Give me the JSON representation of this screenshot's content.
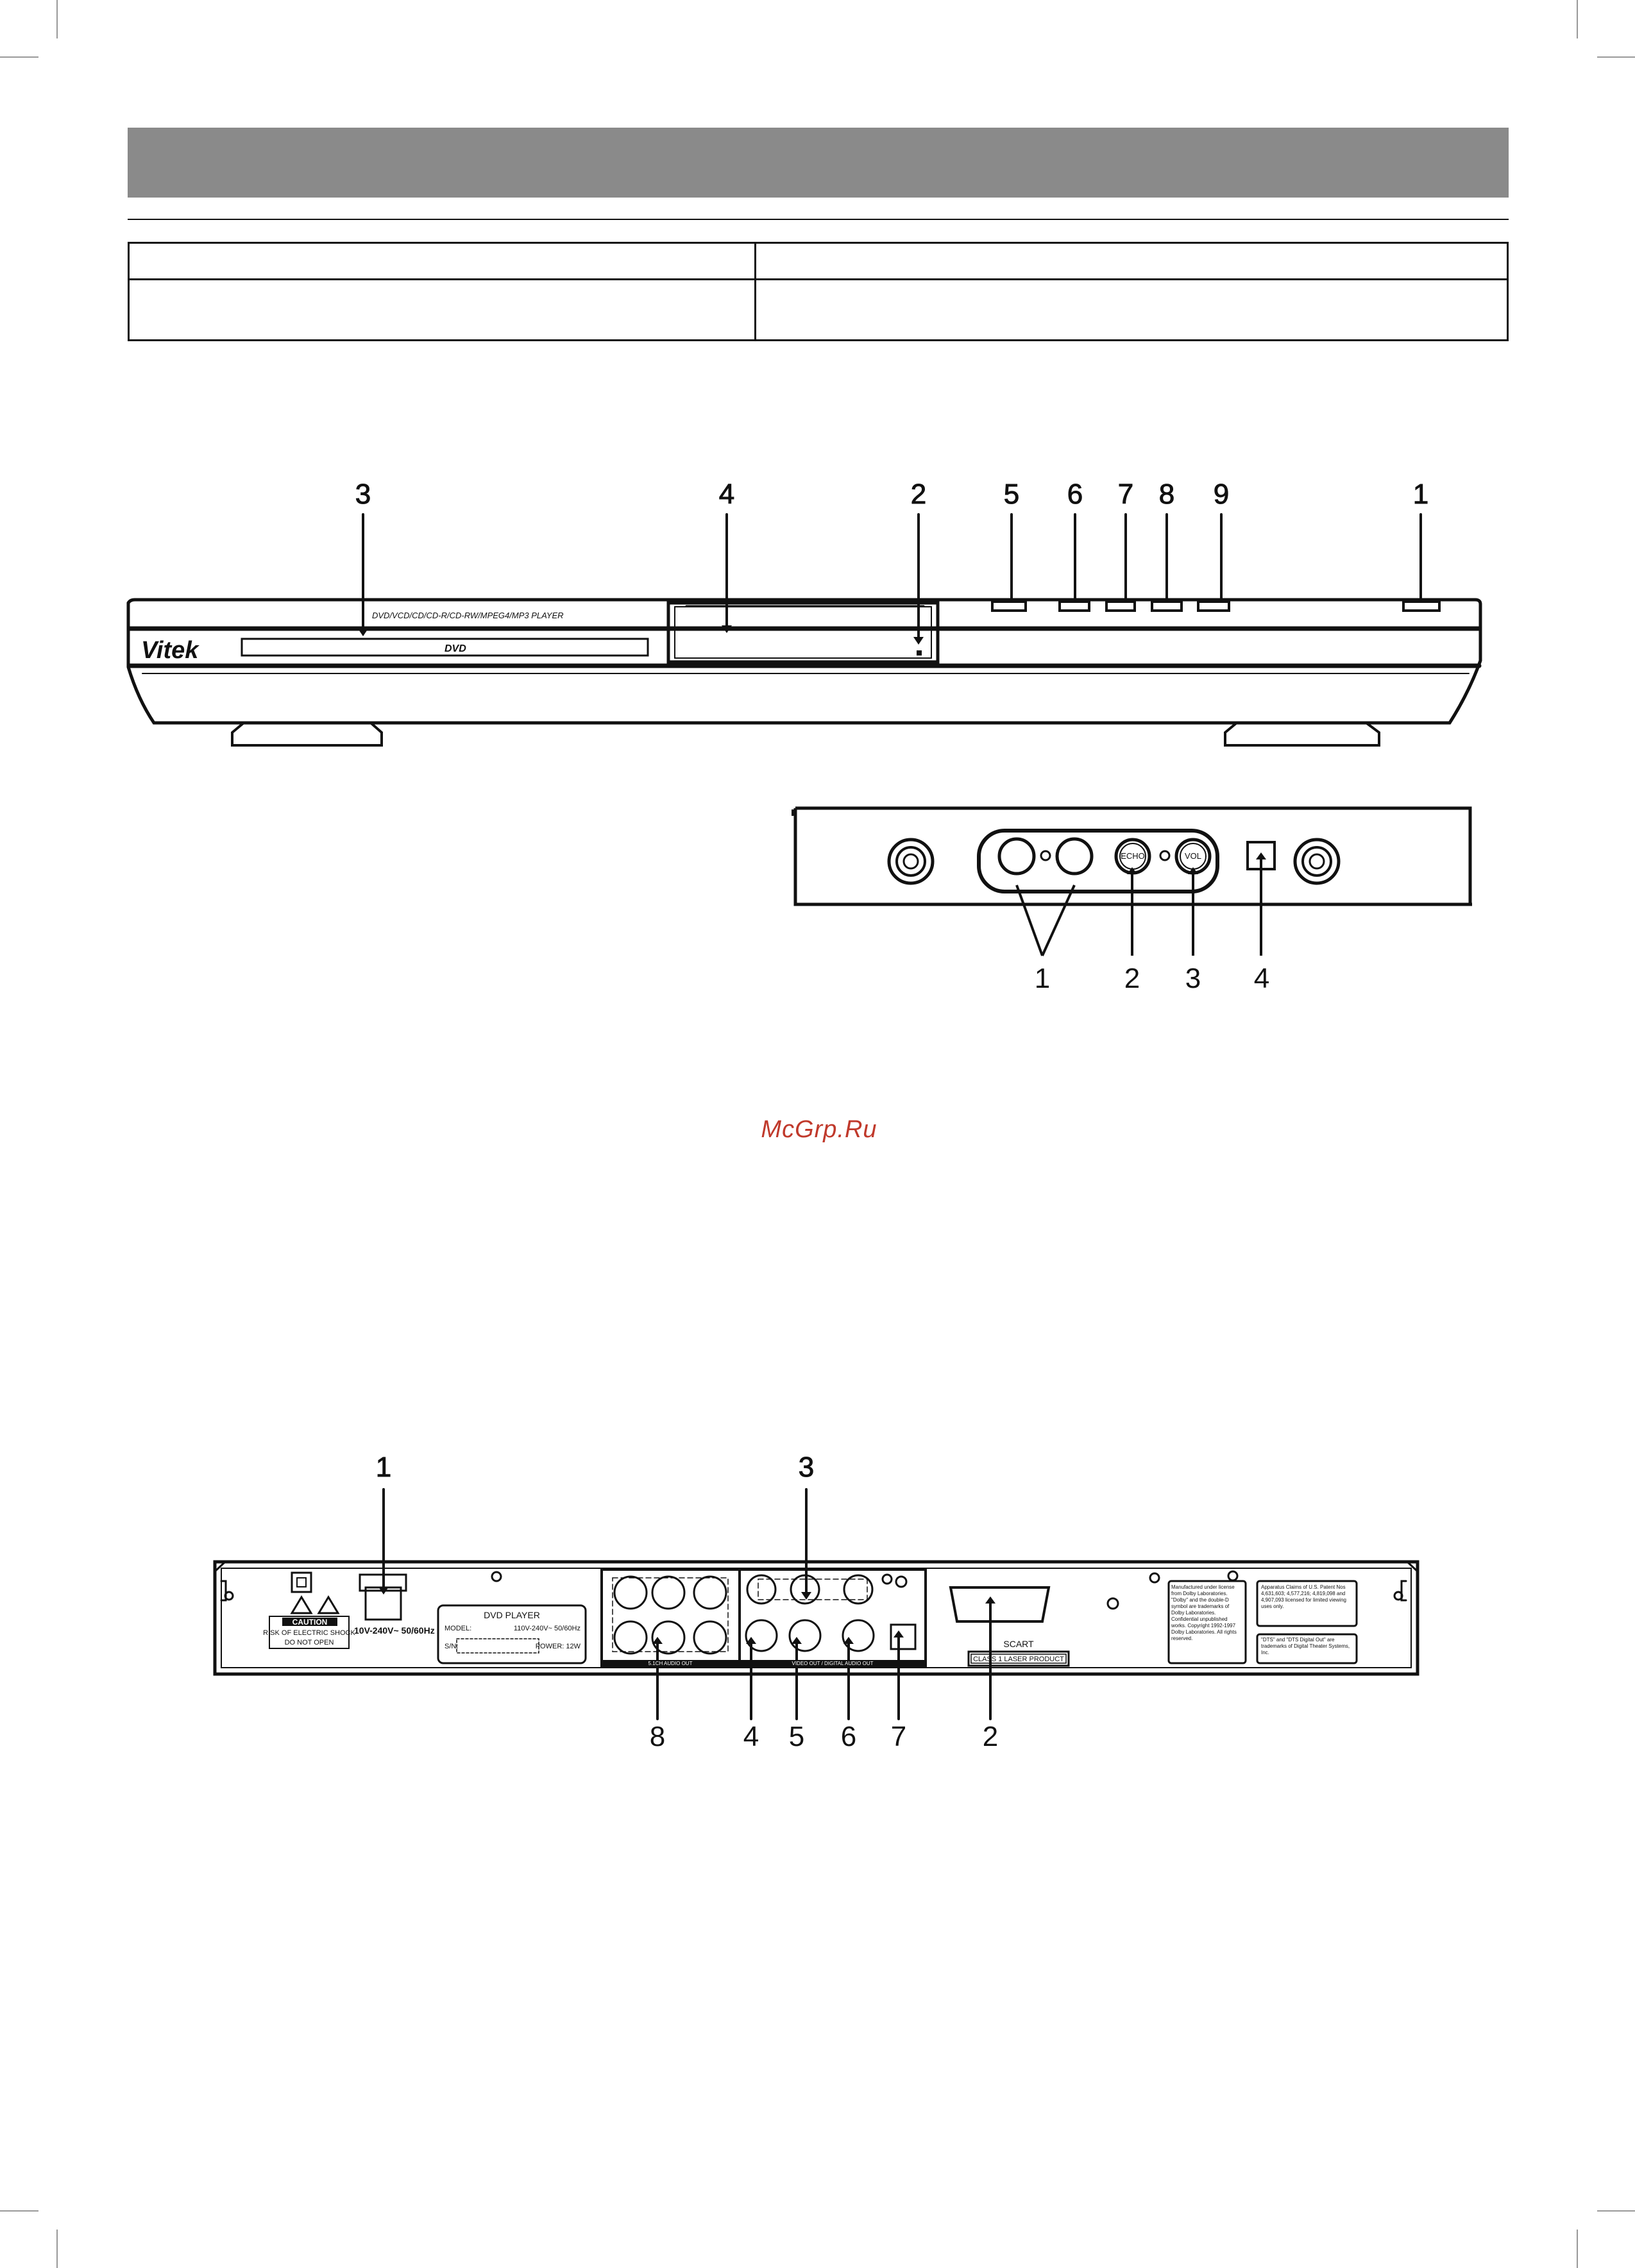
{
  "page": {
    "watermark": "McGrp.Ru"
  },
  "front_panel": {
    "brand": "Vitek",
    "model_strip": "DVD/VCD/CD/CD-R/CD-RW/MPEG4/MP3 PLAYER",
    "tray_logo": "DVD",
    "callouts": [
      "3",
      "4",
      "2",
      "5",
      "6",
      "7",
      "8",
      "9",
      "1"
    ]
  },
  "karaoke_panel": {
    "echo_label": "ECHO",
    "vol_label": "VOL",
    "callouts": [
      "1",
      "2",
      "3",
      "4"
    ]
  },
  "rear_panel": {
    "callouts_top": [
      "1",
      "3"
    ],
    "callouts_bottom": [
      "8",
      "4",
      "5",
      "6",
      "7",
      "2"
    ],
    "power_label": "10V-240V~ 50/60Hz",
    "caution_title": "CAUTION",
    "caution_line1": "RISK OF ELECTRIC SHOCK",
    "caution_line2": "DO NOT OPEN",
    "plate_title": "DVD PLAYER",
    "plate_model": "MODEL:",
    "plate_rating": "110V-240V~ 50/60Hz",
    "plate_sn": "S/N:",
    "plate_power": "POWER: 12W",
    "ch51_caption": "5.1CH AUDIO OUT",
    "video_caption": "VIDEO OUT / DIGITAL AUDIO OUT",
    "scart_label": "SCART",
    "laser_label": "CLASS 1 LASER PRODUCT",
    "dolby_text": "Manufactured under license from Dolby Laboratories. \"Dolby\" and the double-D symbol are trademarks of Dolby Laboratories. Confidential unpublished works. Copyright 1992-1997 Dolby Laboratories. All rights reserved.",
    "patent_text": "Apparatus Claims of U.S. Patent Nos 4,631,603; 4,577,216; 4,819,098 and 4,907,093 licensed for limited viewing uses only.",
    "dts_text": "\"DTS\" and \"DTS Digital Out\" are trademarks of Digital Theater Systems, Inc."
  }
}
